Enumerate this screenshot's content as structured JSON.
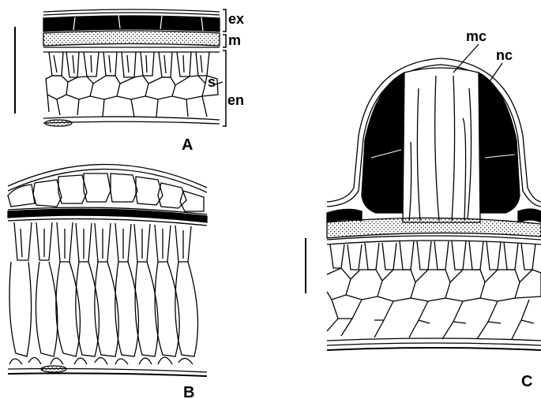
{
  "labels": {
    "ex": "ex",
    "m": "m",
    "s": "s",
    "en": "en",
    "mc": "mc",
    "nc": "nc"
  },
  "panels": {
    "A": "A",
    "B": "B",
    "C": "C"
  },
  "colors": {
    "ink": "#000000",
    "paper": "#ffffff"
  }
}
